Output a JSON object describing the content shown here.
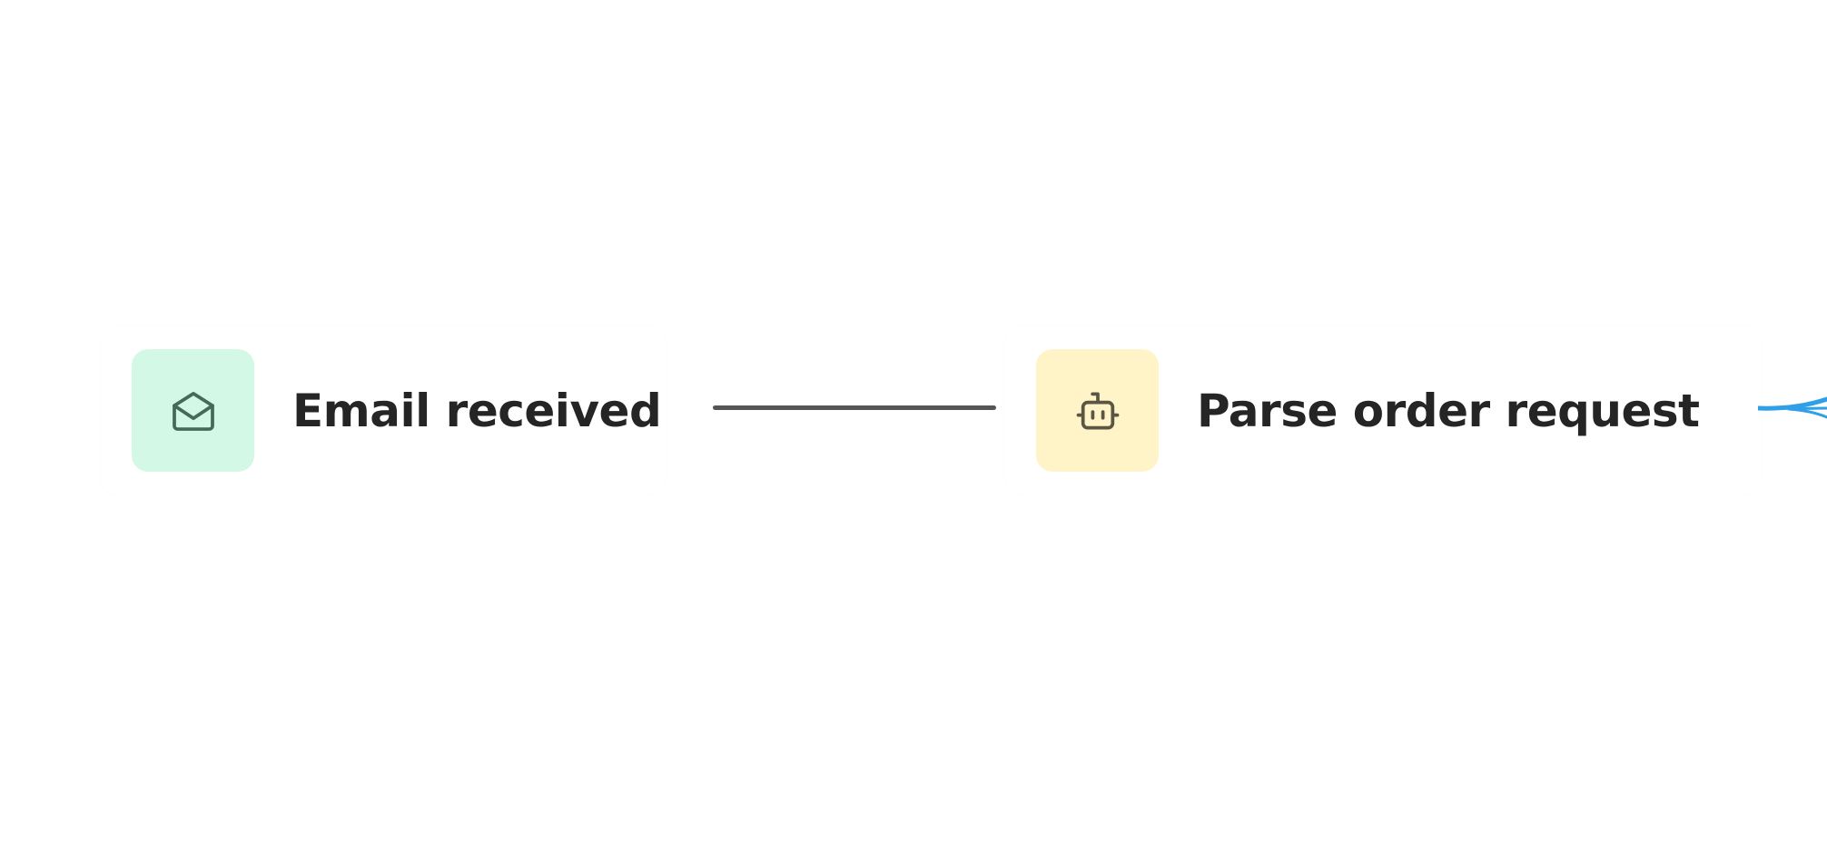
{
  "nodes": [
    {
      "id": "email-trigger",
      "label": "Email received",
      "icon": "mail-open-icon",
      "tile_color": "#d3f8e5"
    },
    {
      "id": "parse-order",
      "label": "Parse order request",
      "icon": "robot-icon",
      "tile_color": "#fff4c8"
    }
  ],
  "colors": {
    "connector": "#555555",
    "outgoing_edge": "#2f9fe8",
    "text": "#252525",
    "background": "#ffffff"
  }
}
